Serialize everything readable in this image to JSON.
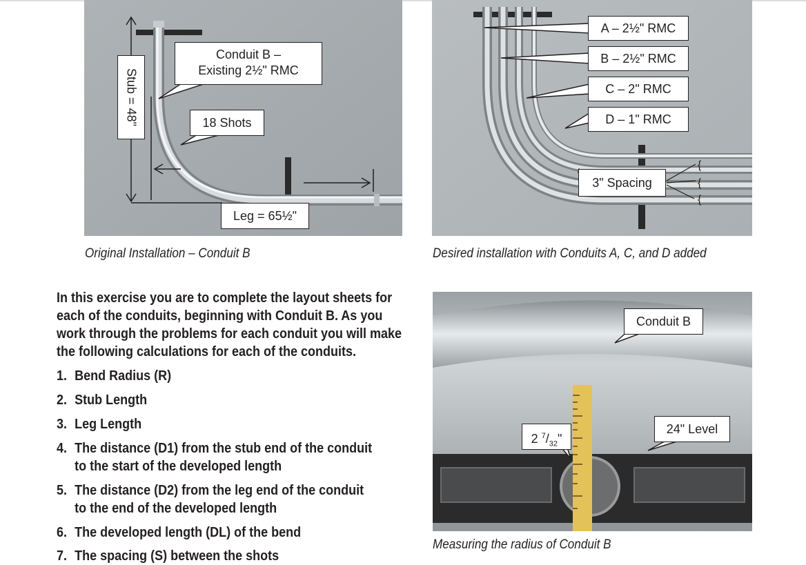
{
  "photo1": {
    "callout_conduit_line1": "Conduit B –",
    "callout_conduit_line2": "Existing 2½\" RMC",
    "callout_shots": "18 Shots",
    "stub_label": "Stub = 48\"",
    "leg_label": "Leg = 65½\"",
    "caption": "Original Installation – Conduit B"
  },
  "photo2": {
    "callouts": [
      "A – 2½\" RMC",
      "B – 2½\" RMC",
      "C – 2\" RMC",
      "D – 1\" RMC"
    ],
    "spacing": "3\" Spacing",
    "caption": "Desired installation with Conduits A, C, and D added"
  },
  "photo3": {
    "conduit": "Conduit B",
    "measure_whole": "2",
    "measure_num": "7",
    "measure_den": "32",
    "measure_unit": "\"",
    "level": "24\" Level",
    "caption": "Measuring the radius of Conduit B"
  },
  "intro": "In this exercise you are to complete the layout sheets for each of the conduits, beginning with Conduit B. As you work through the problems for each conduit you will make the following calculations for each of the conduits.",
  "steps": [
    {
      "num": "1.",
      "line1": "Bend Radius (R)",
      "line2": ""
    },
    {
      "num": "2.",
      "line1": "Stub Length",
      "line2": ""
    },
    {
      "num": "3.",
      "line1": "Leg Length",
      "line2": ""
    },
    {
      "num": "4.",
      "line1": "The distance (D1) from the stub end of the conduit",
      "line2": "to the start of the developed length"
    },
    {
      "num": "5.",
      "line1": "The distance (D2) from the leg end of the conduit",
      "line2": "to the end of the developed length"
    },
    {
      "num": "6.",
      "line1": "The developed length (DL) of the bend",
      "line2": ""
    },
    {
      "num": "7.",
      "line1": "The spacing (S) between the shots",
      "line2": ""
    }
  ]
}
